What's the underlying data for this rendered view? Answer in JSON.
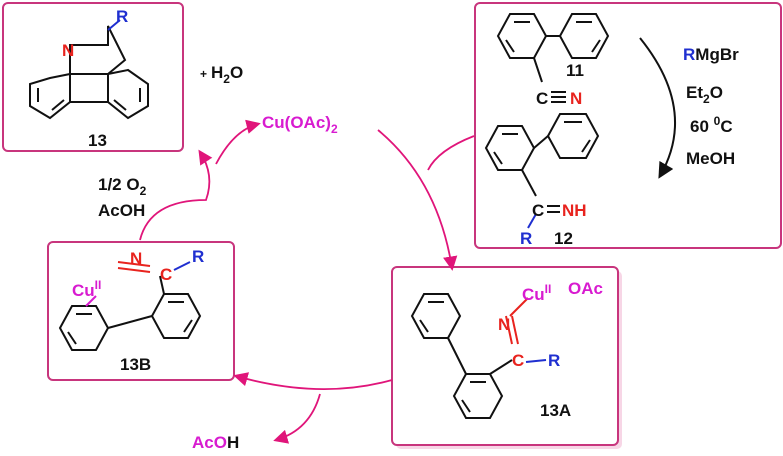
{
  "colors": {
    "box_border": "#c8357d",
    "arrow": "#e0157a",
    "nitrogen": "#e8231e",
    "r_group": "#1f2fd0",
    "copper": "#d81bd0",
    "ink": "#111111"
  },
  "compounds": {
    "c13": {
      "label": "13",
      "n": "N",
      "r": "R"
    },
    "c11": {
      "label": "11",
      "c": "C",
      "n": "N"
    },
    "c12": {
      "label": "12",
      "c": "C",
      "nh": "NH",
      "r": "R"
    },
    "c13a": {
      "label": "13A",
      "n": "N",
      "cu": "Cu",
      "cu_ox": "II",
      "oac": "OAc",
      "c": "C",
      "r": "R"
    },
    "c13b": {
      "label": "13B",
      "cu": "Cu",
      "cu_ox": "II",
      "n": "N",
      "c": "C",
      "r": "R"
    }
  },
  "reagents": {
    "plus_water": {
      "plus": "+",
      "h": "H",
      "sub": "2",
      "o": "O"
    },
    "catalyst": {
      "cu": "Cu(OAc)",
      "sub": "2"
    },
    "oxidant": {
      "half": "1/2 O",
      "sub": "2",
      "acid": "AcOH"
    },
    "released": {
      "acoh": "AcO",
      "h": "H"
    },
    "grignard": {
      "r": "R",
      "mgbr": "MgBr",
      "et": "Et",
      "et_sub": "2",
      "et_o": "O",
      "temp": "60 ",
      "temp_sup": "0",
      "temp_unit": "C",
      "solvent": "MeOH"
    }
  }
}
